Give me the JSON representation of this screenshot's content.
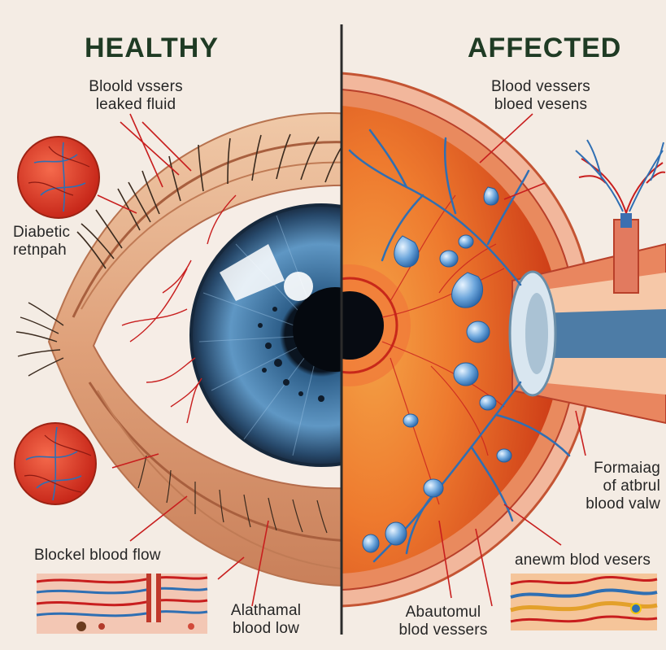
{
  "headings": {
    "left": "HEALTHY",
    "right": "AFFECTED"
  },
  "labels": {
    "healthy_top_1": "Bloold vssers",
    "healthy_top_2": "leaked fluid",
    "diabetic_1": "Diabetic",
    "diabetic_2": "retnpah",
    "blocked_flow": "Blockel blood flow",
    "abnormal_1": "Alathamal",
    "abnormal_2": "blood low",
    "affected_top_1": "Blood vessers",
    "affected_top_2": "bloed vesens",
    "formaiag_1": "Formaiag",
    "formaiag_2": "of atbrul",
    "formaiag_3": "blood valw",
    "anewm": "anewm blod vesers",
    "abautomul_1": "Abautomul",
    "abautomul_2": "blod vessers"
  },
  "colors": {
    "background": "#f4ece4",
    "heading": "#1f3b24",
    "label_text": "#262626",
    "divider": "#2b2b2b",
    "vessel_red": "#c81e1e",
    "vessel_blue": "#2f6fb3",
    "retina_orange": "#e8551f",
    "iris_blue": "#3f78a8"
  },
  "icons": {
    "eye": "eye-illustration",
    "vessel_cell": "blood-cell-icon",
    "vessel_tree": "vessel-tree-icon",
    "tissue": "tissue-cross-section"
  }
}
